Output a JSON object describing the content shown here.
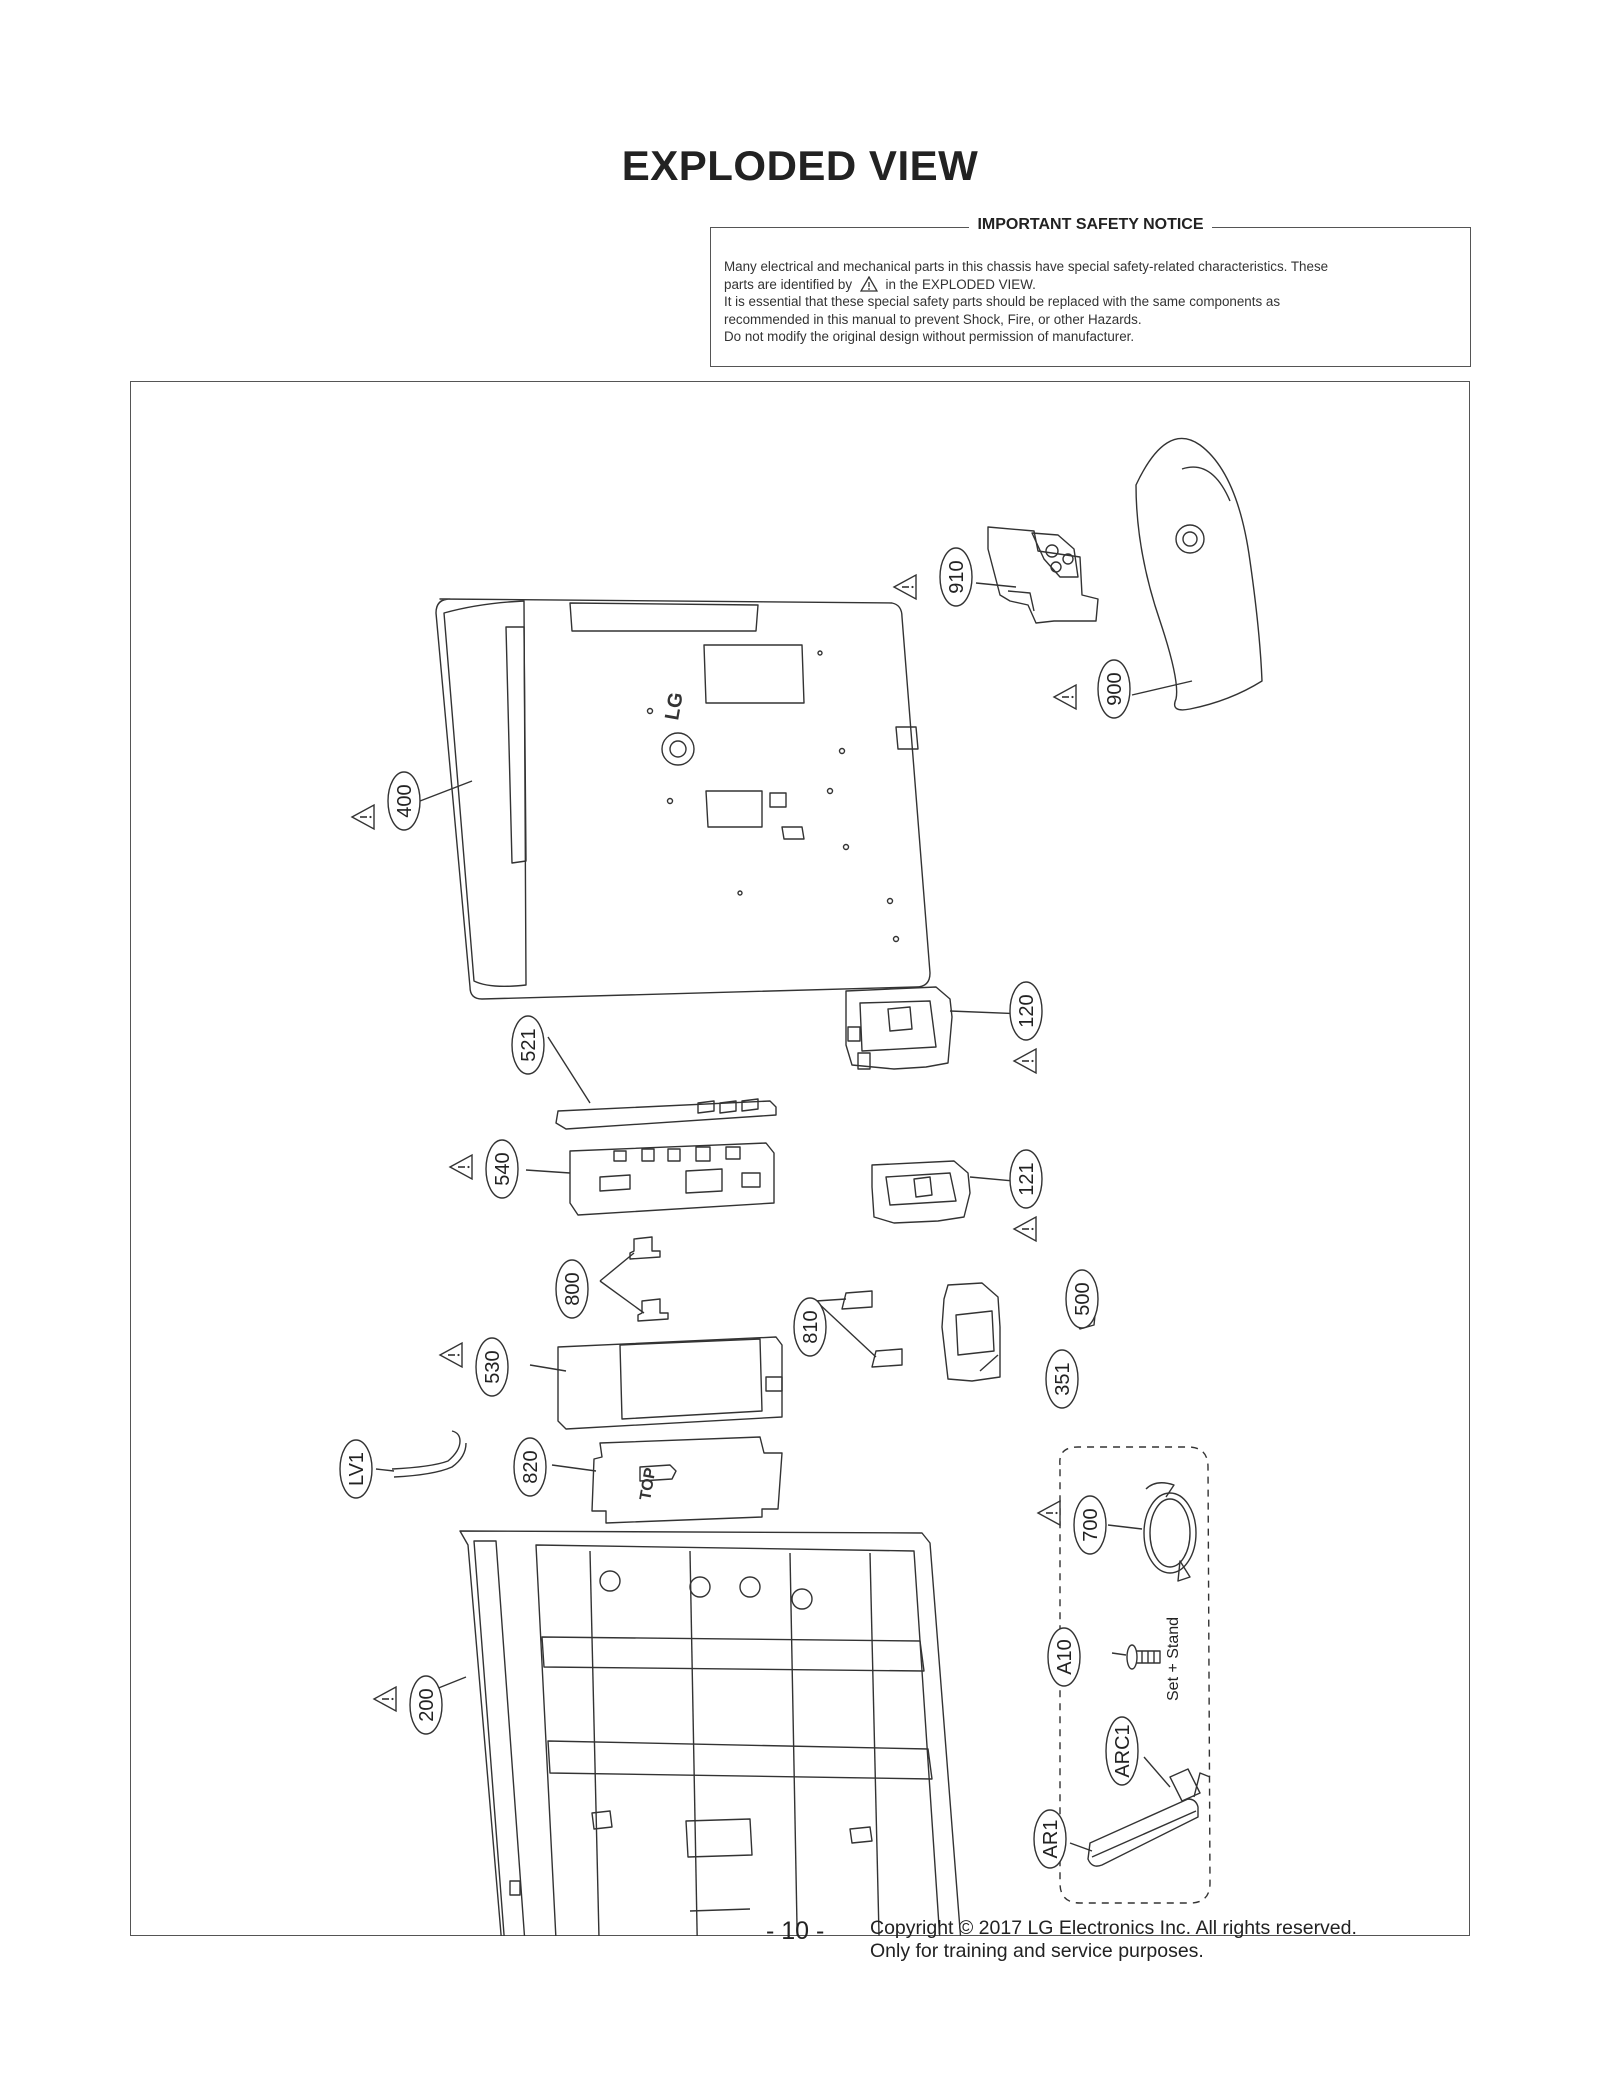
{
  "page": {
    "title": "EXPLODED VIEW",
    "page_number": "- 10 -",
    "copyright_line1": "Copyright © 2017 LG Electronics Inc. All rights reserved.",
    "copyright_line2": "Only for training and service purposes."
  },
  "safety_notice": {
    "heading": "IMPORTANT SAFETY NOTICE",
    "line1": "Many electrical and mechanical parts in this chassis have special safety-related characteristics. These",
    "line2_before": "parts are identified by",
    "line2_after": "in the EXPLODED VIEW.",
    "line3": "It is essential that these special safety parts should be replaced with the same components as",
    "line4": "recommended in this manual to prevent Shock, Fire, or other Hazards.",
    "line5": "Do not modify the original design without permission of manufacturer.",
    "warning_icon": "warning-triangle-icon"
  },
  "parts": [
    {
      "id": "910",
      "safety": true
    },
    {
      "id": "900",
      "safety": true
    },
    {
      "id": "400",
      "safety": true
    },
    {
      "id": "120",
      "safety": true
    },
    {
      "id": "521",
      "safety": false
    },
    {
      "id": "540",
      "safety": true
    },
    {
      "id": "121",
      "safety": true
    },
    {
      "id": "800",
      "safety": false
    },
    {
      "id": "810",
      "safety": false
    },
    {
      "id": "500",
      "safety": false
    },
    {
      "id": "530",
      "safety": true
    },
    {
      "id": "351",
      "safety": false
    },
    {
      "id": "LV1",
      "safety": false
    },
    {
      "id": "820",
      "safety": false
    },
    {
      "id": "700",
      "safety": true
    },
    {
      "id": "A10",
      "safety": false
    },
    {
      "id": "ARC1",
      "safety": false
    },
    {
      "id": "AR1",
      "safety": false
    },
    {
      "id": "200",
      "safety": true
    }
  ],
  "accessory_note": "Set + Stand",
  "part_markings": {
    "back_cover_logo": "LG",
    "guide_sheet_arrow": "TOP"
  },
  "colors": {
    "line": "#333333",
    "frame": "#555555"
  }
}
